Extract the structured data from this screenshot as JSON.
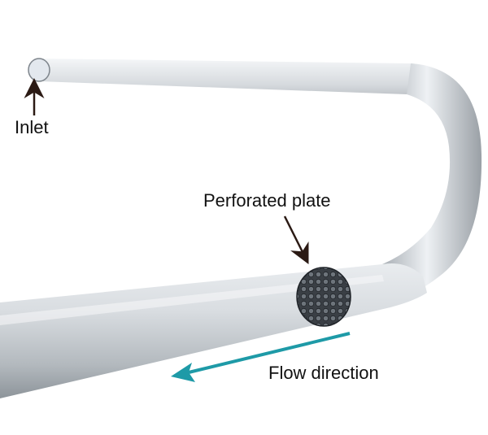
{
  "labels": {
    "inlet": "Inlet",
    "perforated_plate": "Perforated plate",
    "flow_direction": "Flow direction"
  },
  "colors": {
    "background": "#ffffff",
    "pipe_light": "#eef1f4",
    "pipe_mid": "#c9ced3",
    "pipe_dark": "#8d949a",
    "plate": "#3a3f45",
    "flow_arrow": "#1e9aa7",
    "annotation_arrow": "#2b1a14",
    "text": "#111111"
  }
}
